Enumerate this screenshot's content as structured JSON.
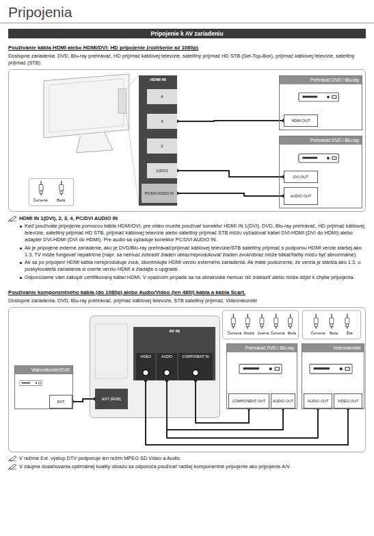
{
  "diagram": {
    "title": "Pripojenia",
    "nodes": [
      {
        "text": [
          "Pripojenie k AV zariadeniu"
        ]
      },
      {
        "text": [
          "HDMI IN"
        ]
      },
      {
        "text": [
          "4"
        ],
        "in": 1
      },
      {
        "text": [
          "3"
        ],
        "in": 1
      },
      {
        "text": [
          "2"
        ],
        "in": 1
      },
      {
        "text": [
          "1(DVI)"
        ],
        "in": 1
      },
      {
        "text": [
          "PC/DVI AUDIO IN"
        ],
        "in": 1
      },
      {
        "text": [
          "Prehrávač DVD / Blu-ray"
        ]
      },
      {
        "text": [
          "HDMI OUT"
        ],
        "in": 7
      },
      {
        "text": [
          "Prehrávač DVD / Blu-ray"
        ]
      },
      {
        "text": [
          "DVI OUT"
        ],
        "in": 9
      },
      {
        "text": [
          "AUDIO OUT"
        ],
        "in": 9
      },
      {
        "text": [
          "AV IN"
        ]
      },
      {
        "text": [
          "VIDEO"
        ],
        "in": 12
      },
      {
        "text": [
          "AUDIO"
        ],
        "in": 12
      },
      {
        "text": [
          "COMPONENT IN"
        ],
        "in": 12
      },
      {
        "text": [
          "EXT (RGB)"
        ]
      },
      {
        "text": [
          "Videorekordér/DVD"
        ]
      },
      {
        "text": [
          "EXT"
        ],
        "in": 17
      },
      {
        "text": [
          "Prehrávač DVD / Blu-ray"
        ]
      },
      {
        "text": [
          "COMPONENT OUT"
        ],
        "in": 19
      },
      {
        "text": [
          "AUDIO OUT"
        ],
        "in": 19
      },
      {
        "text": [
          "Videorekordér"
        ]
      },
      {
        "text": [
          "AUDIO OUT"
        ],
        "in": 22
      },
      {
        "text": [
          "VIDEO OUT"
        ],
        "in": 22
      }
    ],
    "edges": [
      {
        "from": 8,
        "to": 3,
        "arrow": "none"
      },
      {
        "from": 10,
        "to": 5,
        "arrow": "none"
      },
      {
        "from": 11,
        "to": 6,
        "arrow": "none"
      },
      {
        "from": 18,
        "to": 16,
        "arrow": "none"
      },
      {
        "from": 20,
        "to": 15,
        "arrow": "none"
      },
      {
        "from": 21,
        "to": 14,
        "arrow": "none"
      },
      {
        "from": 23,
        "to": 14,
        "arrow": "none"
      },
      {
        "from": 24,
        "to": 13,
        "arrow": "none"
      }
    ],
    "labels": [
      "Používanie kábla HDMI alebo HDMI/DVI: HD pripojenie (rozlíšenie až 1080p)",
      "Dostupné zariadenia: DVD, Blu-ray prehrávač, HD prijímač káblovej televízie, satelitný prijímač HD STB (Set-Top-Box), prijímač káblovej televízie, satelitný prijímač (STB)",
      "Červená",
      "Biela",
      "HDMI IN 1(DVI), 2, 3, 4, PC/DVI AUDIO IN",
      "Keď používate pripojenie pomocou kábla HDMI/DVI, pre video musíte používať konektor HDMI IN 1(DVI). DVD, Blu-ray prehrávač, HD prijímač káblovej televízie, satelitný prijímač HD STB, prijímač káblovej televízie alebo satelitný prijímač STB môžu vyžadovať kábel DVI-HDMI (DVI do HDMI) alebo adaptér DVI-HDMI (DVI do HDMI). Pre audio sa vyžaduje konektor PC/DVI AUDIO IN.",
      "Ak je pripojené externé zariadenie, ako je DVD/Blu-ray prehrávač/prijímač káblovej televízie/STB satelitný prijímač s podporou HDMI verzie staršej ako 1.3, TV môže fungovať nepatrične (napr. sa nemusí zobraziť žiaden obraz/reprodukovať žiaden zvuk/obraz môže blikať/farby môžu byť abnormálne).",
      "Ak sa po pripojení HDMI kábla nereprodukuje zvuk, skontrolujte HDMI verziu externého zariadenia. Ak máte podozrenie, že verzia je staršia ako 1.3, u poskytovateľa zariadenia si overte verziu HDMI a žiadajte o upgrade.",
      "Odporúčame vám zakúpiť certifikovaný kábel HDMI. V opačnom prípade sa na obrazovke nemusí nič zobraziť alebo môže dôjsť k chybe pripojenia.",
      "Používanie komponentného kábla (do 1080p) alebo Audio/Video (len 480i) kábla a kábla Scart.",
      "Dostupné zariadenia: DVD, Blu-ray prehrávač, prijímač káblovej televízie, STB satelitný prijímač, Videorekordér",
      "Červená",
      "Modrá",
      "Zelená",
      "Červená",
      "Biela",
      "Červená",
      "Biela",
      "Žltá",
      "V režime Ext. výstup DTV podporuje len režim MPEG SD Video a Audio.",
      "V záujme dosahovania optimálnej kvality obrazu sa odporúča používať radšej komponentné pripojenie ako pripojenie A/V."
    ]
  }
}
